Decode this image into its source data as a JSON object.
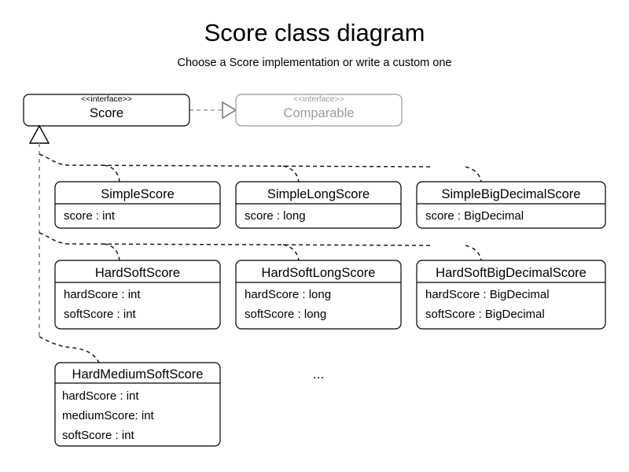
{
  "header": {
    "title": "Score class diagram",
    "subtitle": "Choose a Score implementation or write a custom one"
  },
  "interfaces": {
    "score": {
      "stereotype": "<<interface>>",
      "name": "Score"
    },
    "comparable": {
      "stereotype": "<<interface>>",
      "name": "Comparable"
    }
  },
  "classes": [
    {
      "name": "SimpleScore",
      "attributes": [
        "score : int"
      ]
    },
    {
      "name": "SimpleLongScore",
      "attributes": [
        "score : long"
      ]
    },
    {
      "name": "SimpleBigDecimalScore",
      "attributes": [
        "score : BigDecimal"
      ]
    },
    {
      "name": "HardSoftScore",
      "attributes": [
        "hardScore : int",
        "softScore : int"
      ]
    },
    {
      "name": "HardSoftLongScore",
      "attributes": [
        "hardScore : long",
        "softScore : long"
      ]
    },
    {
      "name": "HardSoftBigDecimalScore",
      "attributes": [
        "hardScore : BigDecimal",
        "softScore : BigDecimal"
      ]
    },
    {
      "name": "HardMediumSoftScore",
      "attributes": [
        "hardScore : int",
        "mediumScore: int",
        "softScore : int"
      ]
    }
  ],
  "ellipsis": "...",
  "colors": {
    "text": "#000000",
    "external": "#9a9a9a",
    "trunk": "#8d8d8d",
    "branch": "#1a1a1a",
    "background": "#ffffff"
  }
}
